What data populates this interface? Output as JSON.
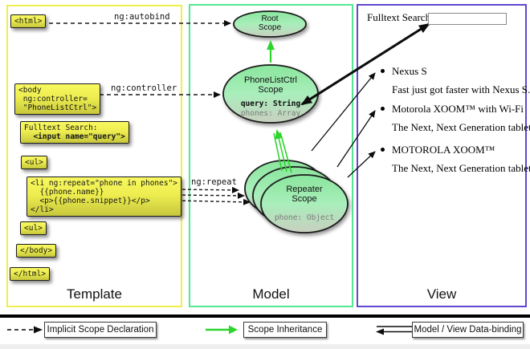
{
  "panels": {
    "template_label": "Template",
    "model_label": "Model",
    "view_label": "View"
  },
  "annotations": {
    "autobind": "ng:autobind",
    "controller": "ng:controller",
    "repeat": "ng:repeat"
  },
  "template_code": {
    "html_open": "<html>",
    "body_open": "<body\n ng:controller=\n \"PhoneListCtrl\">",
    "fulltext_label": "Fulltext Search:",
    "fulltext_input": "  <input name=\"query\">",
    "ul_open": "<ul>",
    "li_repeat": "<li ng:repeat=\"phone in phones\">\n  {{phone.name}}\n  <p>{{phone.snippet}}</p>\n</li>",
    "ul_close": "<ul>",
    "body_close": "</body>",
    "html_close": "</html>"
  },
  "model": {
    "root_scope_name": "Root\nScope",
    "phonelist_name": "PhoneListCtrl\nScope",
    "phonelist_prop_query": "query: String",
    "phonelist_prop_phones": "phones: Array",
    "repeater_name": "Repeater\nScope",
    "repeater_prop_phone": "phone: Object"
  },
  "view": {
    "search_label": "Fulltext Search:",
    "search_value": "",
    "items": [
      {
        "title": "Nexus S",
        "desc": "Fast just got faster with Nexus S."
      },
      {
        "title": "Motorola XOOM™ with Wi-Fi",
        "desc": "The Next, Next Generation tablet."
      },
      {
        "title": "MOTOROLA XOOM™",
        "desc": "The Next, Next Generation tablet."
      }
    ]
  },
  "legend": {
    "implicit": "Implicit Scope Declaration",
    "inheritance": "Scope Inheritance",
    "databinding": "Model / View Data-binding"
  },
  "colors": {
    "template_border": "#f0ee4e",
    "model_border": "#55e793",
    "view_border": "#6247d0",
    "code_box_top": "#f8f860",
    "code_box_bottom": "#c7c73c",
    "scope_fill_top": "#8ae69d",
    "scope_fill_bottom": "#c8cfc0",
    "green_arrow": "#2cd42c"
  }
}
